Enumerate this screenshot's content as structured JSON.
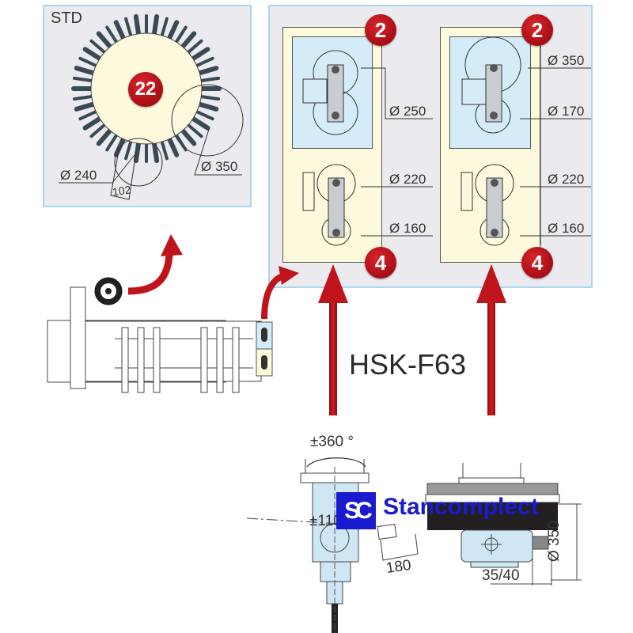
{
  "std_panel": {
    "title": "STD",
    "tool_count": "22",
    "dims": {
      "small_diameter": "Ø 240",
      "large_diameter": "Ø 350",
      "pitch": "102"
    }
  },
  "head_panels": [
    {
      "top_badge": "2",
      "bottom_badge": "4",
      "dims": [
        "Ø 250",
        "Ø 220",
        "Ø 160"
      ]
    },
    {
      "top_badge": "2",
      "bottom_badge": "4",
      "dims": [
        "Ø 350",
        "Ø 170",
        "Ø 220",
        "Ø 160"
      ]
    }
  ],
  "interface_label": "HSK-F63",
  "lower_left_head": {
    "rotation": "±360 °",
    "tilt": "±110 °",
    "length": "180"
  },
  "lower_right_head": {
    "offset": "35/40",
    "diameter": "Ø 350"
  },
  "watermark": {
    "logo": "SC",
    "text": "Stancomplect"
  },
  "colors": {
    "badge_red": "#b3121a",
    "arrow_red": "#c0141c",
    "panel_border": "#a8d8ea",
    "panel_bg": "#ebebef",
    "cream": "#fdf9dc",
    "light_blue": "#d4ebf8",
    "watermark_blue": "#1a1acf"
  }
}
